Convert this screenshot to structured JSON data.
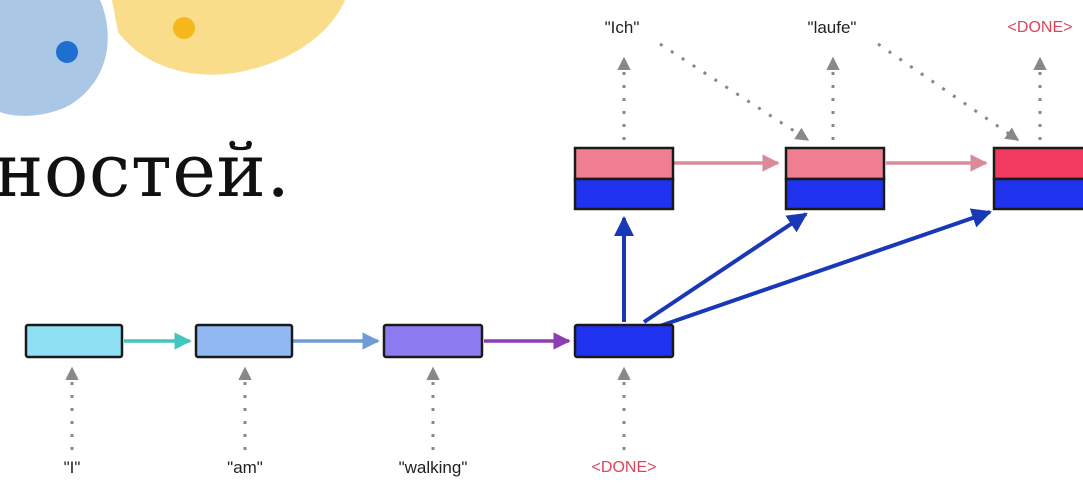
{
  "slide": {
    "heading_fragment": "ностей."
  },
  "diagram": {
    "encoder_inputs": [
      "\"I\"",
      "\"am\"",
      "\"walking\"",
      "<DONE>"
    ],
    "decoder_outputs": [
      "\"Ich\"",
      "\"laufe\"",
      "<DONE>"
    ],
    "colors": {
      "enc1": "#8fe0f3",
      "enc2": "#92b8f3",
      "enc3": "#8d7cf1",
      "context": "#1f33ee",
      "dec_top_light": "#f07e93",
      "dec_top_strong": "#f23a60",
      "dec_bottom": "#1f33ee",
      "arrow_teal": "#45c6bd",
      "arrow_blue_light": "#6f9bd6",
      "arrow_purple": "#8d3db3",
      "arrow_dark_blue": "#1838b8",
      "arrow_pink": "#d98b9a",
      "arrow_gray": "#888888",
      "blob_blue": "#aac8e6",
      "blob_yellow": "#f9dd8a",
      "dot_blue": "#1f6fd1",
      "dot_yellow": "#f5b71c"
    }
  }
}
